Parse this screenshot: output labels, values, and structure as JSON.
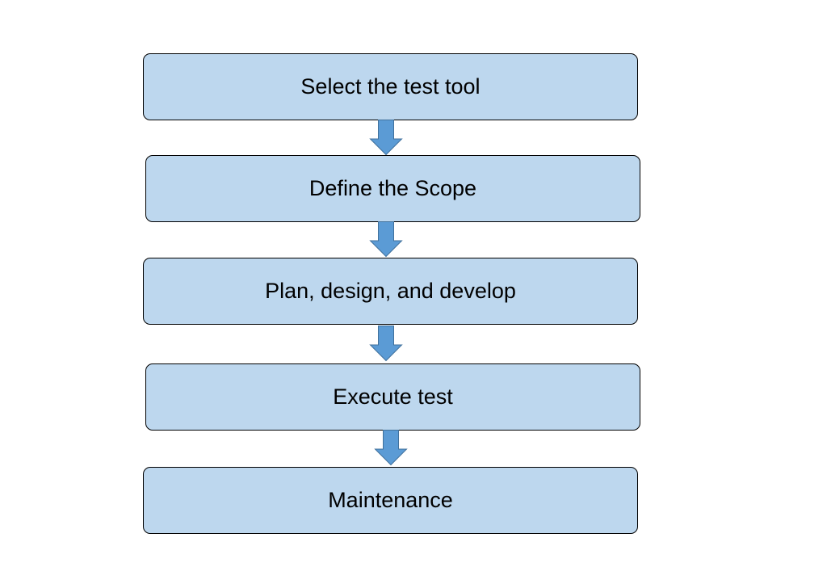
{
  "flowchart": {
    "steps": [
      {
        "label": "Select the test tool"
      },
      {
        "label": "Define the Scope"
      },
      {
        "label": "Plan, design, and develop"
      },
      {
        "label": "Execute test"
      },
      {
        "label": "Maintenance"
      }
    ],
    "connector_direction": "down"
  },
  "colors": {
    "box_fill": "#bdd7ee",
    "box_border": "#000000",
    "arrow_fill": "#5b9bd5",
    "arrow_stroke": "#41719c",
    "text": "#000000"
  }
}
